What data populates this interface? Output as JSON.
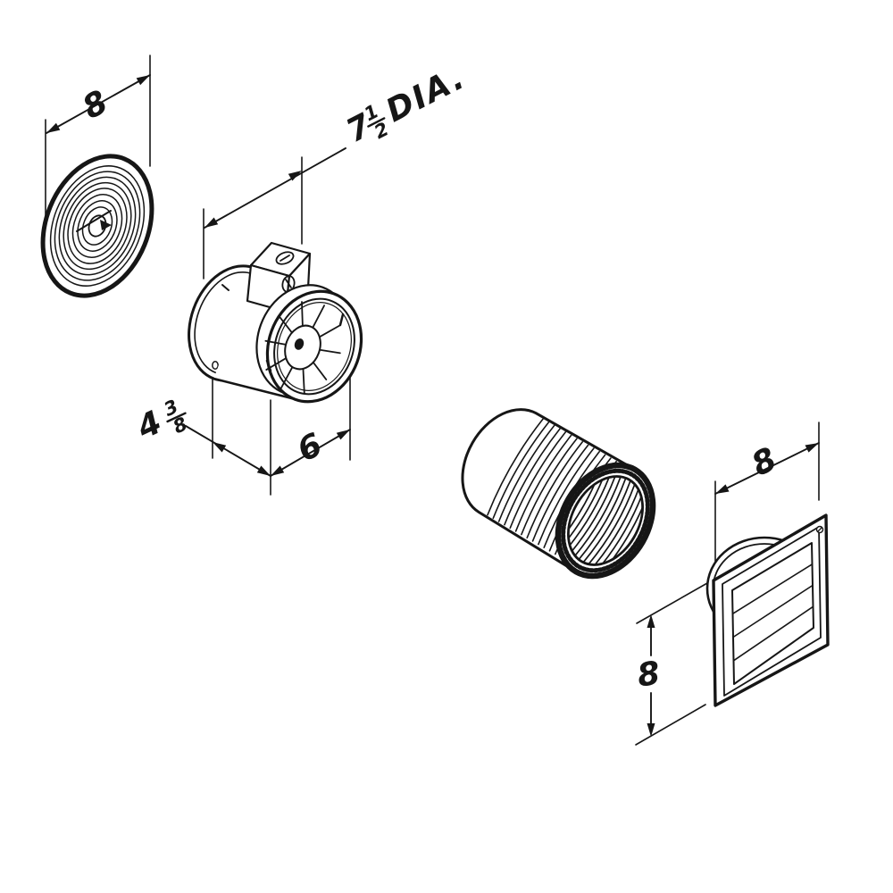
{
  "colors": {
    "ink": "#161616",
    "paper": "#ffffff"
  },
  "dimensions": {
    "grille_width": {
      "value": "8"
    },
    "fan_diameter": {
      "whole": "7",
      "numerator": "1",
      "denominator": "2",
      "suffix": "DIA."
    },
    "fan_depth": {
      "whole": "4",
      "numerator": "3",
      "denominator": "8"
    },
    "fan_length": {
      "value": "6"
    },
    "cap_width": {
      "value": "8"
    },
    "cap_height": {
      "value": "8"
    }
  }
}
